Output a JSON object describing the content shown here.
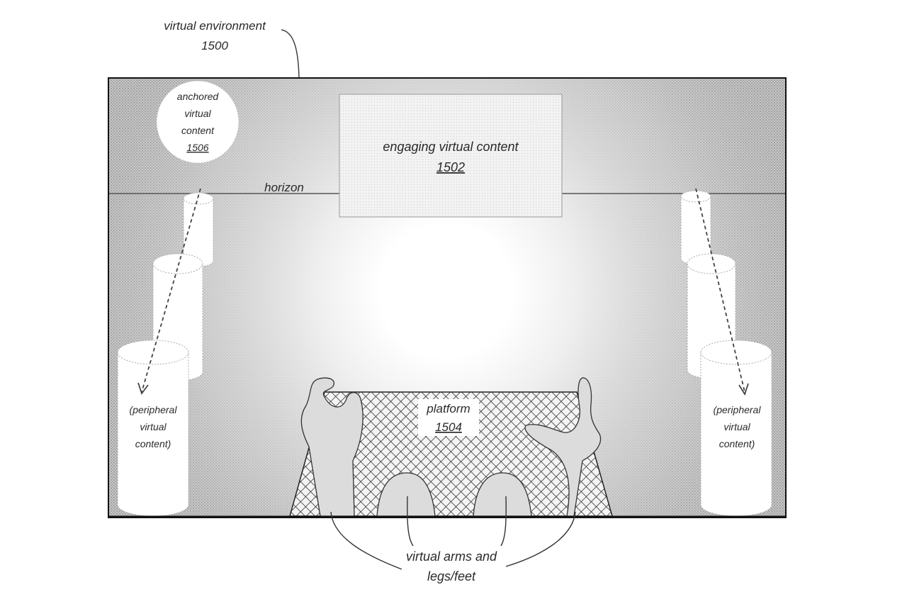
{
  "figure": {
    "environment_label": "virtual environment",
    "environment_ref": "1500",
    "engaging_label": "engaging virtual content",
    "engaging_ref": "1502",
    "anchored_lines": [
      "anchored",
      "virtual",
      "content"
    ],
    "anchored_ref": "1506",
    "horizon_label": "horizon",
    "platform_label": "platform",
    "platform_ref": "1504",
    "peripheral_left_lines": [
      "(peripheral",
      "virtual",
      "content)"
    ],
    "peripheral_right_lines": [
      "(peripheral",
      "virtual",
      "content)"
    ],
    "limbs_caption_lines": [
      "virtual arms and",
      "legs/feet"
    ]
  }
}
